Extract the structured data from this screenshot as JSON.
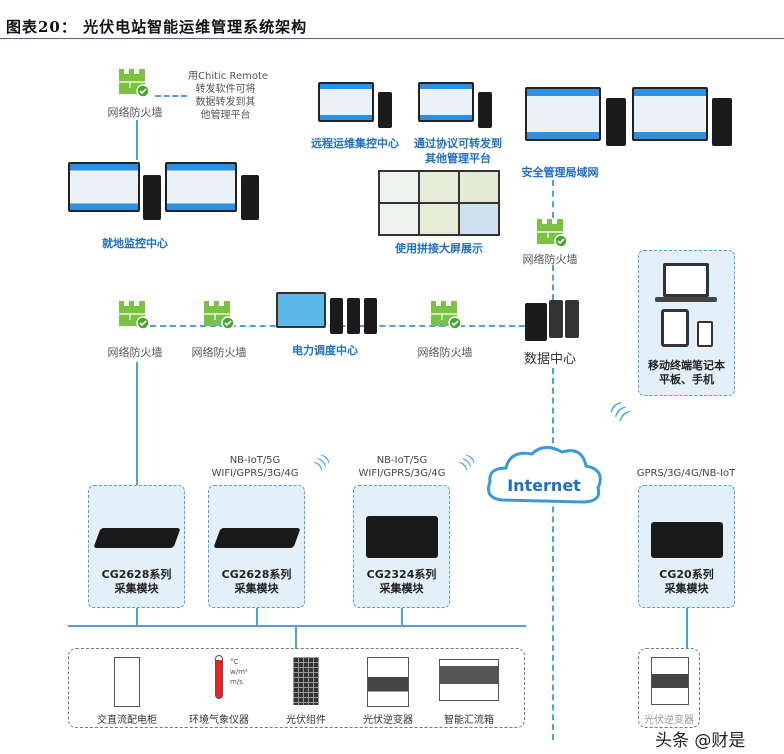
{
  "header": {
    "title": "图表20：  光伏电站智能运维管理系统架构"
  },
  "nodes": {
    "firewall_label": "网络防火墙",
    "chitic_note": [
      "用Chitic Remote",
      "转发软件可将",
      "数据转发到其",
      "他管理平台"
    ],
    "local_center": "就地监控中心",
    "remote_center": "远程运维集控中心",
    "forward_platform": [
      "通过协议可转发到",
      "其他管理平台"
    ],
    "big_screen": "使用拼接大屏展示",
    "security_lan": "安全管理局域网",
    "power_dispatch": "电力调度中心",
    "data_center": "数据中心",
    "mobile": [
      "移动终端笔记本",
      "平板、手机"
    ],
    "internet": "Internet"
  },
  "modules": [
    {
      "name": "CG2628系列",
      "sub": "采集模块"
    },
    {
      "name": "CG2628系列",
      "sub": "采集模块",
      "net": [
        "NB-IoT/5G",
        "WIFI/GPRS/3G/4G"
      ]
    },
    {
      "name": "CG2324系列",
      "sub": "采集模块",
      "net": [
        "NB-IoT/5G",
        "WIFI/GPRS/3G/4G"
      ]
    },
    {
      "name": "CG20系列",
      "sub": "采集模块",
      "net": [
        "GPRS/3G/4G/NB-IoT"
      ]
    }
  ],
  "devices": [
    "交直流配电柜",
    "环境气象仪器",
    "光伏组件",
    "光伏逆变器",
    "智能汇流箱"
  ],
  "right_device": "光伏逆变器",
  "thermo_units": [
    "°C",
    "w/m²",
    "m/s"
  ],
  "watermark": "头条 @财是",
  "colors": {
    "accent": "#1f6fc2",
    "line": "#4aa3df",
    "firewall": "#7cc242",
    "box_fill": "#e3f0fa"
  }
}
